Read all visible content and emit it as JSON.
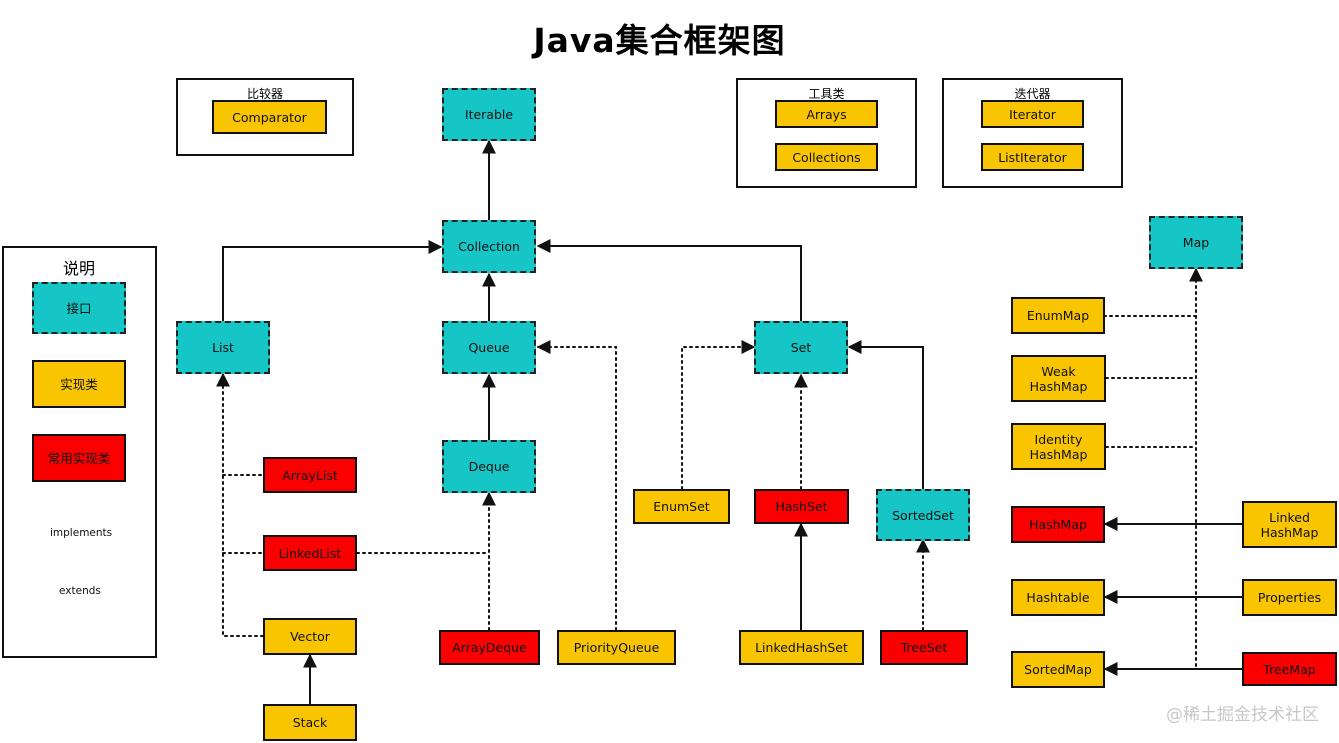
{
  "title": "Java集合框架图",
  "groups": {
    "comparator": "比较器",
    "utils": "工具类",
    "iterators": "迭代器"
  },
  "legend": {
    "title": "说明",
    "interface": "接口",
    "impl": "实现类",
    "common_impl": "常用实现类",
    "implements": "implements",
    "extends": "extends"
  },
  "nodes": {
    "comparator": "Comparator",
    "arrays": "Arrays",
    "collections": "Collections",
    "iterator": "Iterator",
    "list_iterator": "ListIterator",
    "iterable": "Iterable",
    "collection": "Collection",
    "list": "List",
    "queue": "Queue",
    "set": "Set",
    "deque": "Deque",
    "array_list": "ArrayList",
    "linked_list": "LinkedList",
    "vector": "Vector",
    "stack": "Stack",
    "array_deque": "ArrayDeque",
    "priority_queue": "PriorityQueue",
    "enum_set": "EnumSet",
    "hash_set": "HashSet",
    "sorted_set": "SortedSet",
    "linked_hash_set": "LinkedHashSet",
    "tree_set": "TreeSet",
    "map": "Map",
    "enum_map": "EnumMap",
    "weak_hash_map": "Weak\nHashMap",
    "identity_hash_map": "Identity\nHashMap",
    "hash_map": "HashMap",
    "linked_hash_map": "Linked\nHashMap",
    "hashtable": "Hashtable",
    "properties": "Properties",
    "sorted_map": "SortedMap",
    "tree_map": "TreeMap"
  },
  "colors": {
    "interface": "#16c6c6",
    "impl": "#f8c500",
    "common_impl": "#fb0000"
  },
  "watermark": "@稀土掘金技术社区"
}
